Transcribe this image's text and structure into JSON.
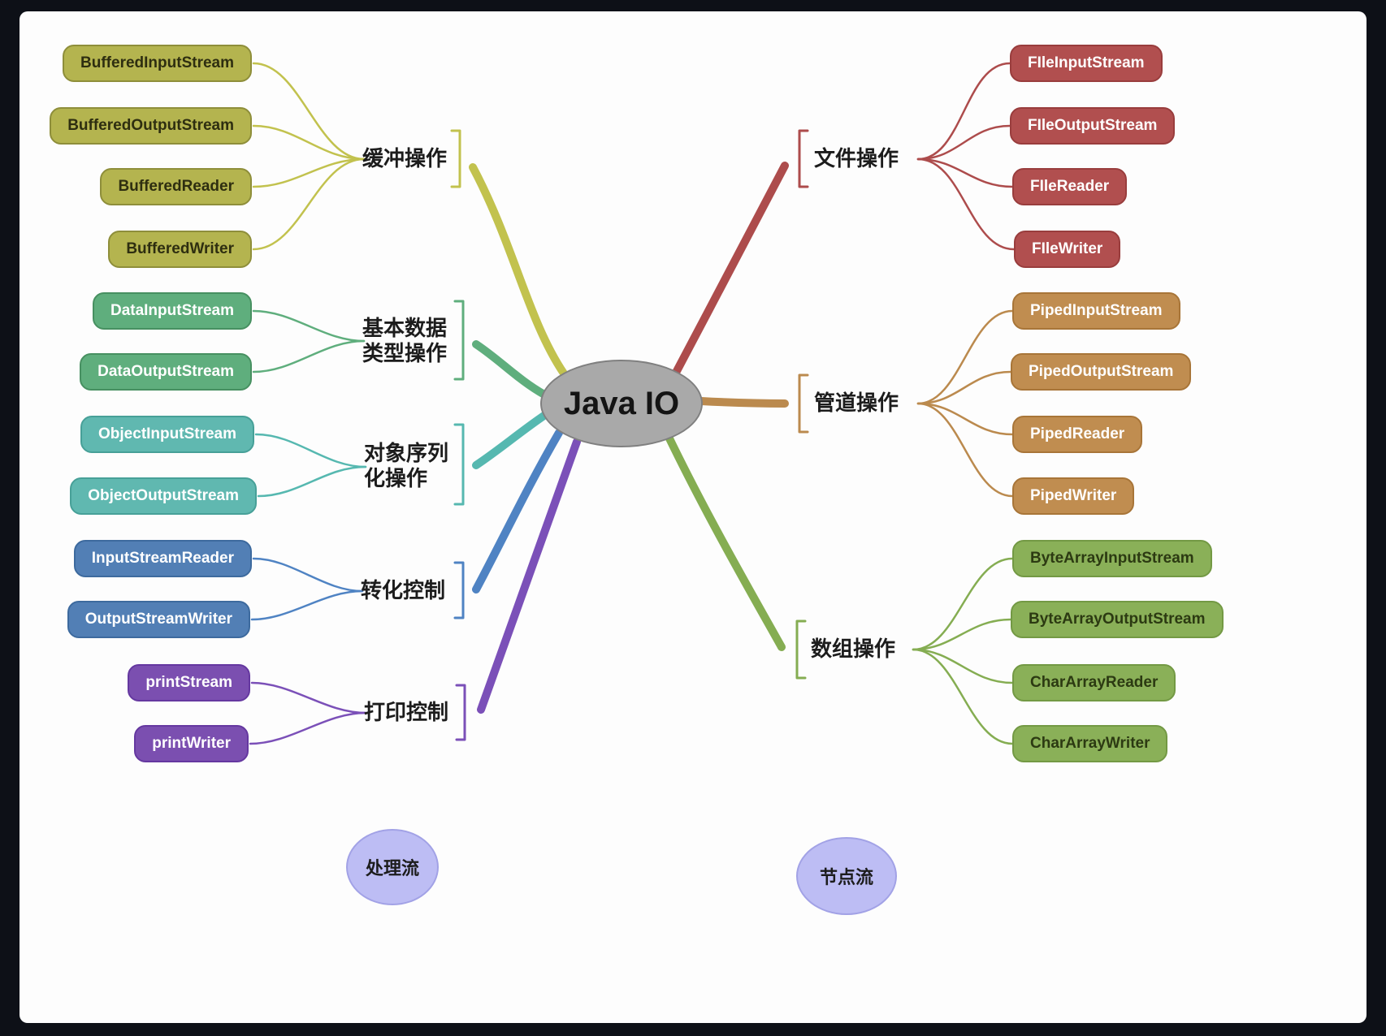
{
  "diagram_title": "Java IO",
  "center_node": {
    "label": "Java IO",
    "color": "#a9a9a9"
  },
  "legend": {
    "left": {
      "label": "处理流",
      "color": "#bdbdf4"
    },
    "right": {
      "label": "节点流",
      "color": "#bdbdf4"
    }
  },
  "left_group": {
    "legend": "处理流",
    "branches": [
      {
        "label": "缓冲操作",
        "lines": [
          "缓冲操作"
        ],
        "color": "#c2c24e",
        "items": [
          "BufferedInputStream",
          "BufferedOutputStream",
          "BufferedReader",
          "BufferedWriter"
        ]
      },
      {
        "label": "基本数据类型操作",
        "lines": [
          "基本数据",
          "类型操作"
        ],
        "color": "#5fae7d",
        "items": [
          "DataInputStream",
          "DataOutputStream"
        ]
      },
      {
        "label": "对象序列化操作",
        "lines": [
          "对象序列",
          "化操作"
        ],
        "color": "#56b8b0",
        "items": [
          "ObjectInputStream",
          "ObjectOutputStream"
        ]
      },
      {
        "label": "转化控制",
        "lines": [
          "转化控制"
        ],
        "color": "#4f83c3",
        "items": [
          "InputStreamReader",
          "OutputStreamWriter"
        ]
      },
      {
        "label": "打印控制",
        "lines": [
          "打印控制"
        ],
        "color": "#7b50b8",
        "items": [
          "printStream",
          "printWriter"
        ]
      }
    ]
  },
  "right_group": {
    "legend": "节点流",
    "branches": [
      {
        "label": "文件操作",
        "lines": [
          "文件操作"
        ],
        "color": "#ad4c4c",
        "items": [
          "FIleInputStream",
          "FIleOutputStream",
          "FIleReader",
          "FIleWriter"
        ]
      },
      {
        "label": "管道操作",
        "lines": [
          "管道操作"
        ],
        "color": "#bb8a4e",
        "items": [
          "PipedInputStream",
          "PipedOutputStream",
          "PipedReader",
          "PipedWriter"
        ]
      },
      {
        "label": "数组操作",
        "lines": [
          "数组操作"
        ],
        "color": "#85ad52",
        "items": [
          "ByteArrayInputStream",
          "ByteArrayOutputStream",
          "CharArrayReader",
          "CharArrayWriter"
        ]
      }
    ]
  }
}
